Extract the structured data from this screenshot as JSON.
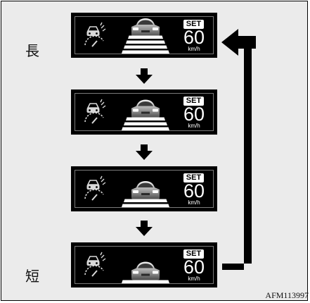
{
  "labels": {
    "long": "長",
    "short": "短"
  },
  "display": {
    "set_badge": "SET",
    "speed": "60",
    "unit": "km/h"
  },
  "panels": [
    {
      "gap_setting": "long",
      "bars_shown": 4
    },
    {
      "gap_setting": "medium-long",
      "bars_shown": 3
    },
    {
      "gap_setting": "medium-short",
      "bars_shown": 2
    },
    {
      "gap_setting": "short",
      "bars_shown": 1
    }
  ],
  "figure_code": "AFM113997",
  "icons": {
    "distance": "vehicle-distance-icon",
    "lead_vehicle": "lead-vehicle-icon",
    "down_arrow": "down-arrow-icon",
    "return_arrow": "return-arrow-icon"
  },
  "colors": {
    "frame_background": "#ebebeb",
    "panel_background": "#000000",
    "display_text": "#ffffff",
    "arrow": "#000000"
  }
}
